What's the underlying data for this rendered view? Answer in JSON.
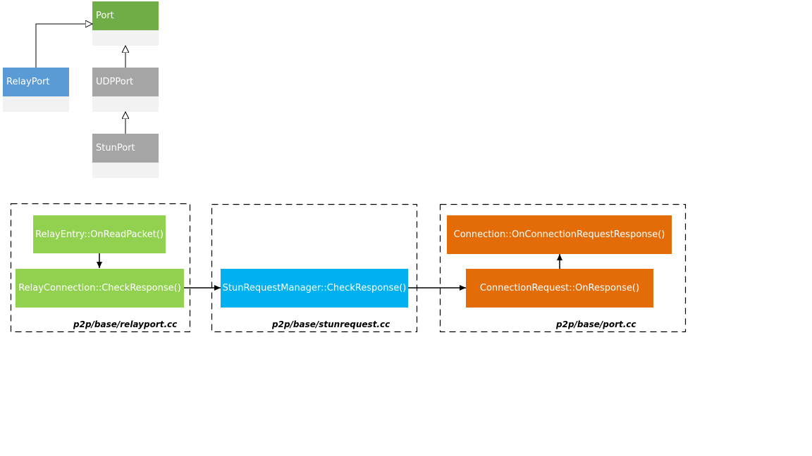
{
  "class_diagram": {
    "port": {
      "name": "Port",
      "color": "#70ad47"
    },
    "relay_port": {
      "name": "RelayPort",
      "color": "#5b9bd5"
    },
    "udp_port": {
      "name": "UDPPort",
      "color": "#a5a5a5"
    },
    "stun_port": {
      "name": "StunPort",
      "color": "#a5a5a5"
    }
  },
  "flow": {
    "groups": [
      {
        "file": "p2p/base/relayport.cc"
      },
      {
        "file": "p2p/base/stunrequest.cc"
      },
      {
        "file": "p2p/base/port.cc"
      }
    ],
    "nodes": {
      "relay_entry": {
        "label": "RelayEntry::OnReadPacket()",
        "color": "#92d050"
      },
      "relay_connection": {
        "label": "RelayConnection::CheckResponse()",
        "color": "#92d050"
      },
      "stun_request_manager": {
        "label": "StunRequestManager::CheckResponse()",
        "color": "#00b0f0"
      },
      "connection_request": {
        "label": "ConnectionRequest::OnResponse()",
        "color": "#e36c09"
      },
      "connection": {
        "label": "Connection::OnConnectionRequestResponse()",
        "color": "#e36c09"
      }
    }
  }
}
